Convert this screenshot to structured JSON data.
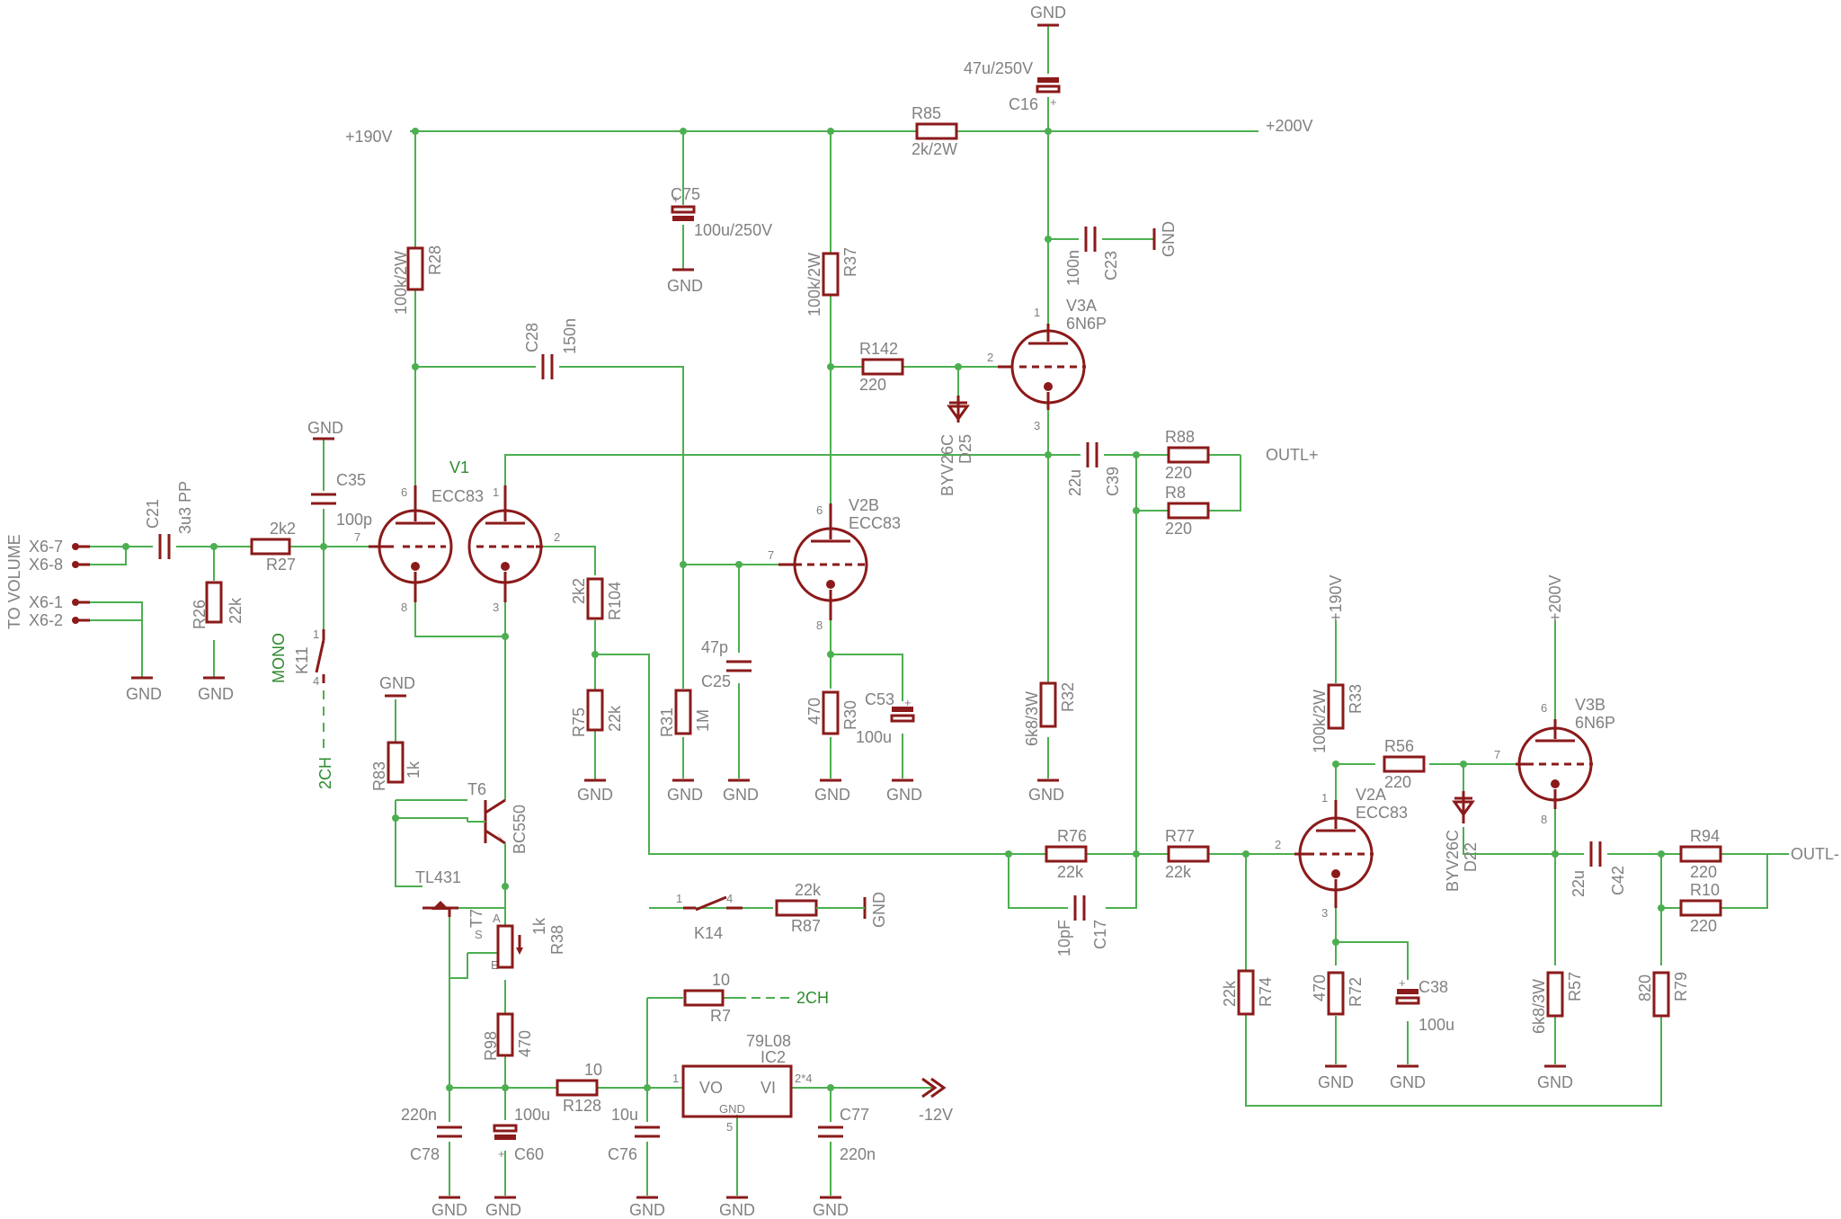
{
  "rails": {
    "p190": "+190V",
    "p200": "+200V",
    "m12": "-12V",
    "gnd": "GND"
  },
  "connectors": {
    "to_volume": "TO VOLUME",
    "x67": "X6-7",
    "x68": "X6-8",
    "x61": "X6-1",
    "x62": "X6-2",
    "outl_plus": "OUTL+",
    "outl_minus": "OUTL-",
    "mono": "MONO",
    "ch2": "2CH"
  },
  "parts": {
    "C21": {
      "ref": "C21",
      "value": "3u3 PP"
    },
    "R27": {
      "ref": "R27",
      "value": "2k2"
    },
    "R26": {
      "ref": "R26",
      "value": "22k"
    },
    "C35": {
      "ref": "C35",
      "value": "100p"
    },
    "K11": {
      "ref": "K11"
    },
    "R28": {
      "ref": "R28",
      "value": "100k/2W"
    },
    "C28": {
      "ref": "C28",
      "value": "150n"
    },
    "V1": {
      "ref": "V1",
      "value": "ECC83"
    },
    "C75": {
      "ref": "C75",
      "value": "100u/250V"
    },
    "R104": {
      "ref": "R104",
      "value": "2k2"
    },
    "R75": {
      "ref": "R75",
      "value": "22k"
    },
    "R31": {
      "ref": "R31",
      "value": "1M"
    },
    "C25": {
      "ref": "C25",
      "value": "47p"
    },
    "R37": {
      "ref": "R37",
      "value": "100k/2W"
    },
    "V2B": {
      "ref": "V2B",
      "value": "ECC83"
    },
    "R30": {
      "ref": "R30",
      "value": "470"
    },
    "C53": {
      "ref": "C53",
      "value": "100u"
    },
    "R142": {
      "ref": "R142",
      "value": "220"
    },
    "D25": {
      "ref": "D25",
      "value": "BYV26C"
    },
    "R85": {
      "ref": "R85",
      "value": "2k/2W"
    },
    "C16": {
      "ref": "C16",
      "value": "47u/250V"
    },
    "C23": {
      "ref": "C23",
      "value": "100n"
    },
    "V3A": {
      "ref": "V3A",
      "value": "6N6P"
    },
    "C39": {
      "ref": "C39",
      "value": "22u"
    },
    "R88": {
      "ref": "R88",
      "value": "220"
    },
    "R8": {
      "ref": "R8",
      "value": "220"
    },
    "R32": {
      "ref": "R32",
      "value": "6k8/3W"
    },
    "R83": {
      "ref": "R83",
      "value": "1k"
    },
    "T6": {
      "ref": "T6",
      "value": "BC550"
    },
    "T7": {
      "ref": "T7",
      "value": "TL431"
    },
    "R38": {
      "ref": "R38",
      "value": "1k"
    },
    "R98": {
      "ref": "R98",
      "value": "470"
    },
    "C78": {
      "ref": "C78",
      "value": "220n"
    },
    "C60": {
      "ref": "C60",
      "value": "100u"
    },
    "R128": {
      "ref": "R128",
      "value": "10"
    },
    "R7": {
      "ref": "R7",
      "value": "10"
    },
    "C76": {
      "ref": "C76",
      "value": "10u"
    },
    "IC2": {
      "ref": "IC2",
      "value": "79L08",
      "vo": "VO",
      "vi": "VI",
      "gnd": "GND",
      "pin1": "1",
      "pin2": "2*4",
      "pin5": "5"
    },
    "C77": {
      "ref": "C77",
      "value": "220n"
    },
    "K14": {
      "ref": "K14"
    },
    "R87": {
      "ref": "R87",
      "value": "22k"
    },
    "R76": {
      "ref": "R76",
      "value": "22k"
    },
    "C17": {
      "ref": "C17",
      "value": "10pF"
    },
    "R77": {
      "ref": "R77",
      "value": "22k"
    },
    "R74": {
      "ref": "R74",
      "value": "22k"
    },
    "R33": {
      "ref": "R33",
      "value": "100k/2W"
    },
    "V2A": {
      "ref": "V2A",
      "value": "ECC83"
    },
    "R72": {
      "ref": "R72",
      "value": "470"
    },
    "C38": {
      "ref": "C38",
      "value": "100u"
    },
    "R56": {
      "ref": "R56",
      "value": "220"
    },
    "D22": {
      "ref": "D22",
      "value": "BYV26C"
    },
    "V3B": {
      "ref": "V3B",
      "value": "6N6P"
    },
    "C42": {
      "ref": "C42",
      "value": "22u"
    },
    "R94": {
      "ref": "R94",
      "value": "220"
    },
    "R10": {
      "ref": "R10",
      "value": "220"
    },
    "R57": {
      "ref": "R57",
      "value": "6k8/3W"
    },
    "R79": {
      "ref": "R79",
      "value": "820"
    }
  },
  "pins": {
    "n1": "1",
    "n2": "2",
    "n3": "3",
    "n4": "4",
    "n5": "5",
    "n6": "6",
    "n7": "7",
    "n8": "8",
    "s": "S",
    "a": "A",
    "e": "E"
  }
}
